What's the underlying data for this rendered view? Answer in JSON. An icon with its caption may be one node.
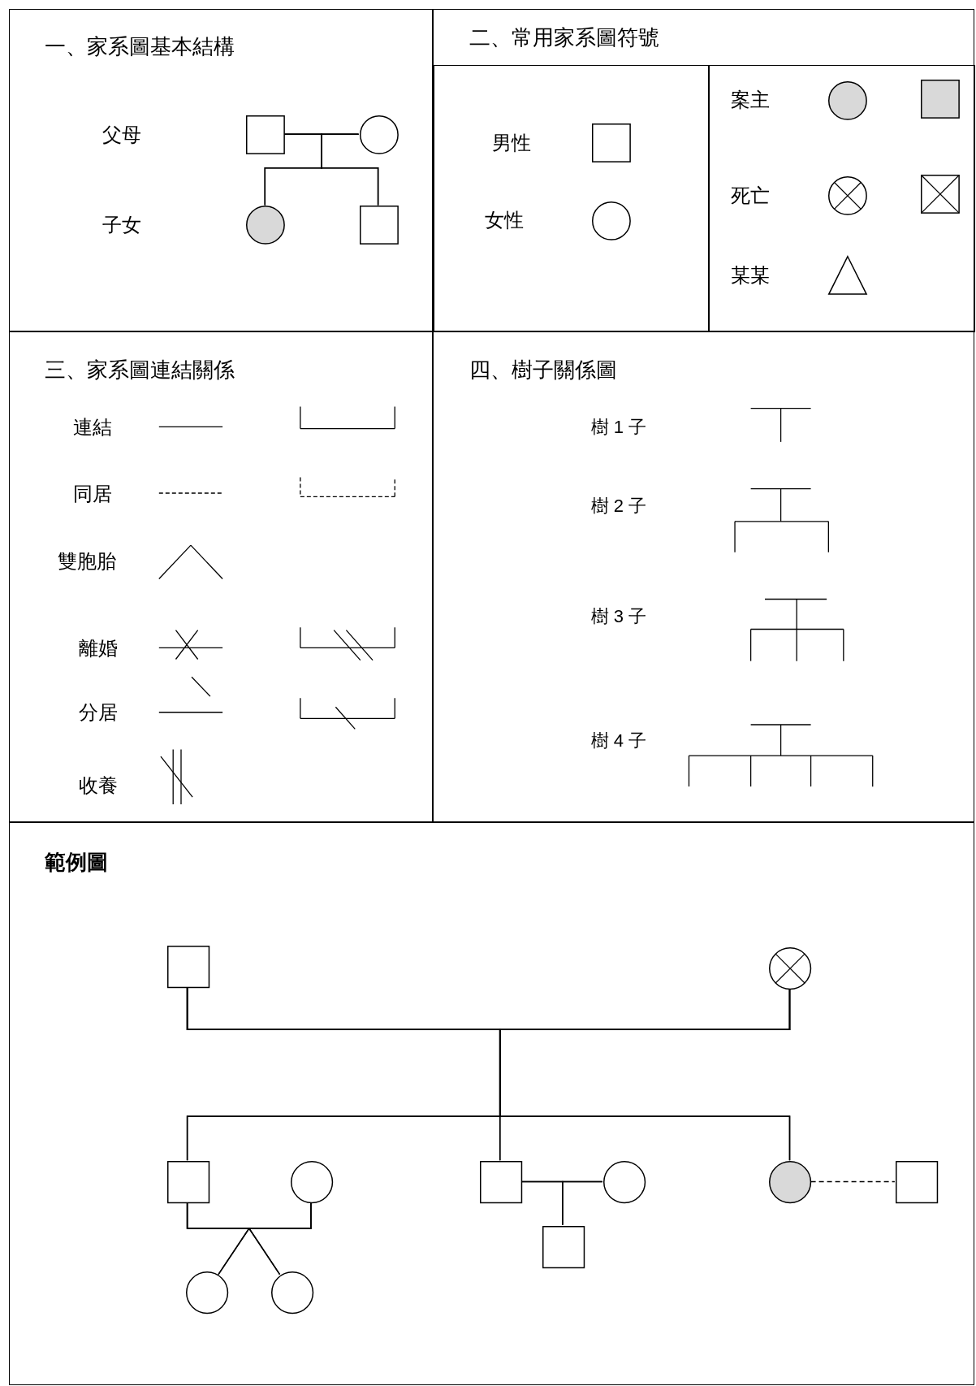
{
  "diagram": {
    "nodes": [
      {
        "text": [
          "一、家系圖基本結構",
          "父母",
          "子女"
        ]
      },
      {
        "text": [],
        "shape": "box",
        "in": 0
      },
      {
        "text": [],
        "shape": "circle",
        "in": 0
      },
      {
        "text": [],
        "shape": "circle",
        "in": 0
      },
      {
        "text": [],
        "shape": "box",
        "in": 0
      },
      {
        "text": [
          "二、常用家系圖符號"
        ]
      },
      {
        "text": [
          "男性",
          "女性"
        ],
        "in": 5
      },
      {
        "text": [],
        "shape": "box",
        "in": 6
      },
      {
        "text": [],
        "shape": "circle",
        "in": 6
      },
      {
        "text": [
          "案主",
          "死亡",
          "某某"
        ],
        "in": 5
      },
      {
        "text": [],
        "shape": "circle",
        "in": 9
      },
      {
        "text": [],
        "shape": "box",
        "in": 9
      },
      {
        "text": [],
        "shape": "circle",
        "in": 9
      },
      {
        "text": [],
        "shape": "box",
        "in": 9
      },
      {
        "text": [],
        "shape": "triangle",
        "in": 9
      },
      {
        "text": [
          "三、家系圖連結關係",
          "連結",
          "同居",
          "雙胞胎",
          "離婚",
          "分居",
          "收養"
        ]
      },
      {
        "text": [
          "四、樹子關係圖",
          "樹 1 子",
          "樹 2 子",
          "樹 3 子",
          "樹 4 子"
        ]
      },
      {
        "text": [
          "範例圖"
        ]
      },
      {
        "text": [],
        "shape": "box",
        "in": 17
      },
      {
        "text": [],
        "shape": "circle",
        "in": 17
      },
      {
        "text": [],
        "shape": "box",
        "in": 17
      },
      {
        "text": [],
        "shape": "circle",
        "in": 17
      },
      {
        "text": [],
        "shape": "box",
        "in": 17
      },
      {
        "text": [],
        "shape": "circle",
        "in": 17
      },
      {
        "text": [],
        "shape": "circle",
        "in": 17
      },
      {
        "text": [],
        "shape": "box",
        "in": 17
      },
      {
        "text": [],
        "shape": "box",
        "in": 17
      },
      {
        "text": [],
        "shape": "circle",
        "in": 17
      },
      {
        "text": [],
        "shape": "circle",
        "in": 17
      }
    ],
    "edges": [
      {
        "from": 1,
        "to": 2,
        "arrow": "none"
      },
      {
        "from": 1,
        "to": 3,
        "arrow": "none"
      },
      {
        "from": 1,
        "to": 4,
        "arrow": "none"
      },
      {
        "from": 2,
        "to": 3,
        "arrow": "none"
      },
      {
        "from": 2,
        "to": 4,
        "arrow": "none"
      },
      {
        "from": 18,
        "to": 19,
        "arrow": "none"
      },
      {
        "from": 18,
        "to": 20,
        "arrow": "none"
      },
      {
        "from": 18,
        "to": 22,
        "arrow": "none"
      },
      {
        "from": 18,
        "to": 24,
        "arrow": "none"
      },
      {
        "from": 19,
        "to": 20,
        "arrow": "none"
      },
      {
        "from": 19,
        "to": 22,
        "arrow": "none"
      },
      {
        "from": 19,
        "to": 24,
        "arrow": "none"
      },
      {
        "from": 20,
        "to": 21,
        "arrow": "none"
      },
      {
        "from": 20,
        "to": 27,
        "arrow": "none"
      },
      {
        "from": 20,
        "to": 28,
        "arrow": "none"
      },
      {
        "from": 21,
        "to": 27,
        "arrow": "none"
      },
      {
        "from": 21,
        "to": 28,
        "arrow": "none"
      },
      {
        "from": 22,
        "to": 23,
        "arrow": "none"
      },
      {
        "from": 22,
        "to": 26,
        "arrow": "none"
      },
      {
        "from": 23,
        "to": 26,
        "arrow": "none"
      },
      {
        "from": 24,
        "to": 25,
        "arrow": "none",
        "style": "dashed"
      }
    ]
  }
}
